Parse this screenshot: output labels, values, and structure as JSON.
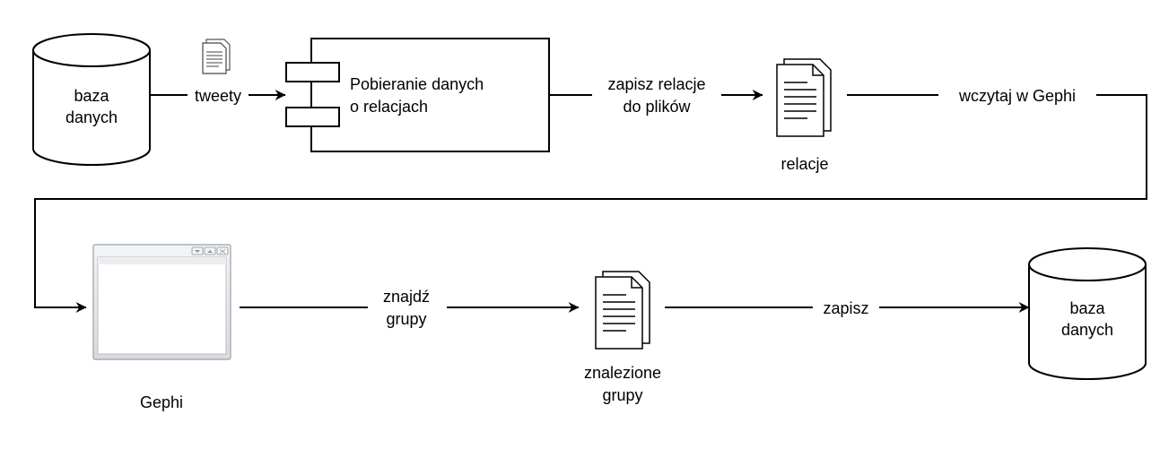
{
  "nodes": {
    "db_top": [
      "baza",
      "danych"
    ],
    "component": [
      "Pobieranie danych",
      "o relacjach"
    ],
    "files_relations": "relacje",
    "gephi": "Gephi",
    "files_groups": [
      "znalezione",
      "grupy"
    ],
    "db_bottom": [
      "baza",
      "danych"
    ]
  },
  "edges": {
    "tweets": "tweety",
    "save_relations": [
      "zapisz relacje",
      "do plików"
    ],
    "load_gephi": "wczytaj w Gephi",
    "find_groups": [
      "znajdź",
      "grupy"
    ],
    "save": "zapisz"
  },
  "icons": {
    "tweet_doc": "document-icon",
    "relations_doc": "documents-stack-icon",
    "gephi_window": "application-window-icon",
    "groups_doc": "documents-stack-icon",
    "db": "database-cylinder-icon"
  }
}
